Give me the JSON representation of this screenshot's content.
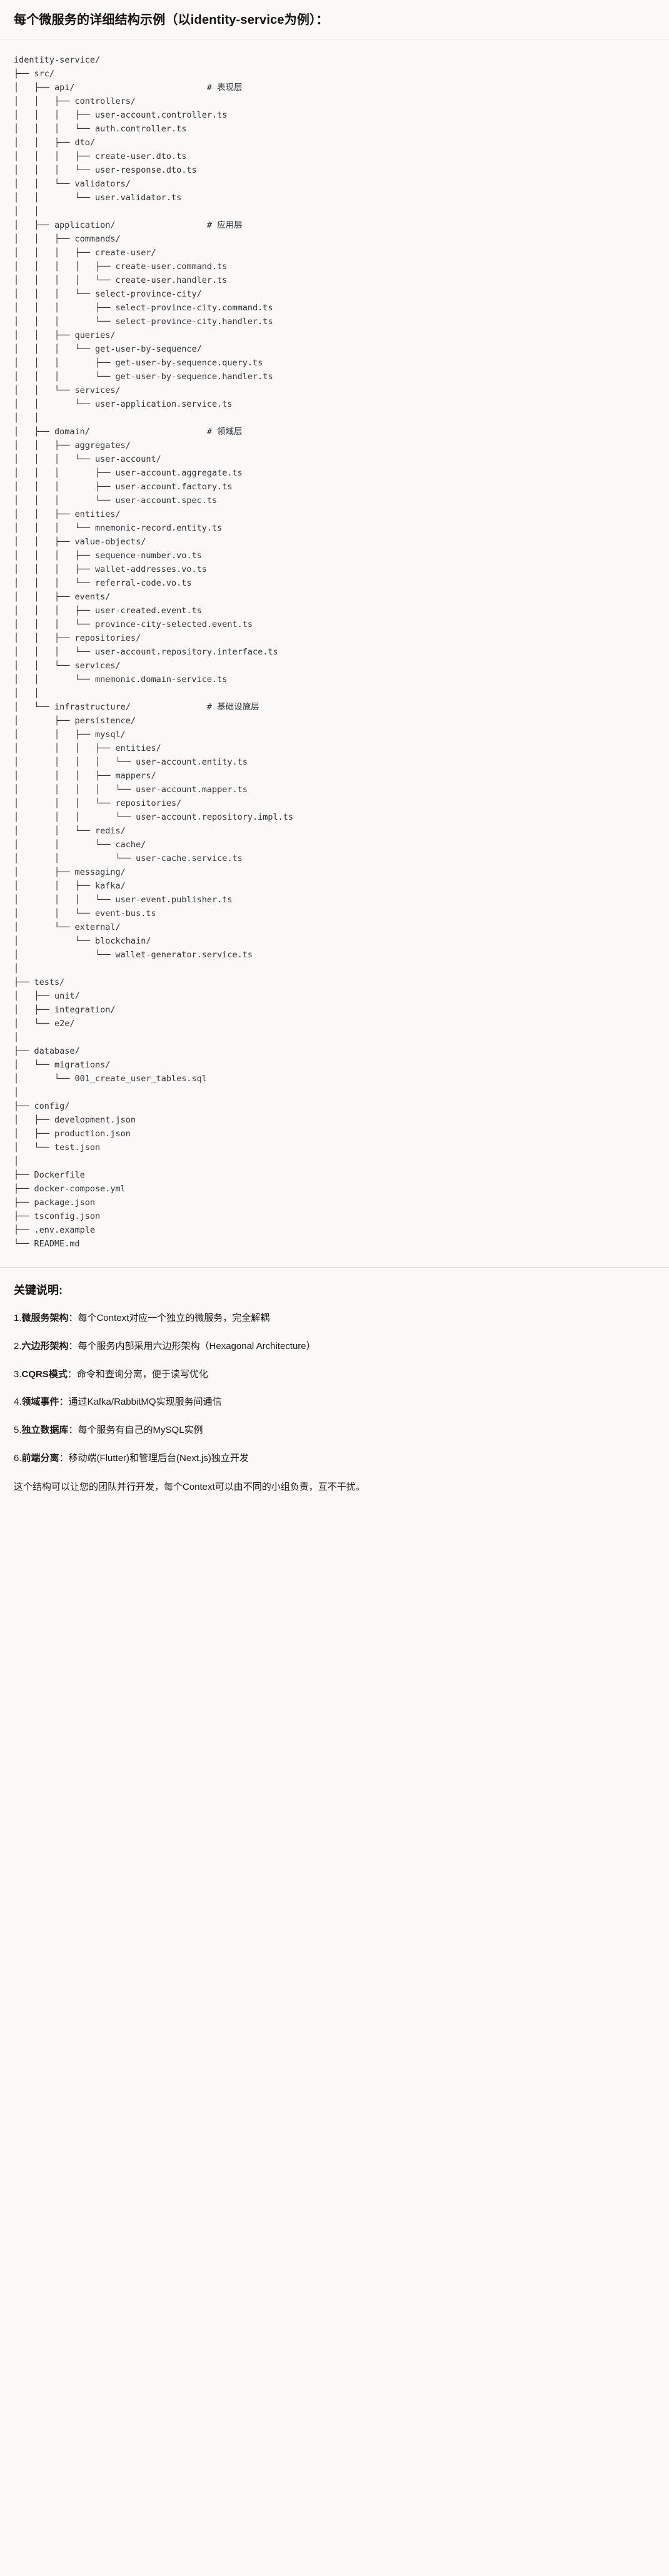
{
  "header": {
    "title": "每个微服务的详细结构示例（以identity-service为例）："
  },
  "tree": {
    "root": "identity-service/",
    "comments": {
      "api": "# 表现层",
      "application": "# 应用层",
      "domain": "# 领域层",
      "infrastructure": "# 基础设施层"
    },
    "text": "identity-service/\n├── src/\n│   ├── api/                          # 表现层\n│   │   ├── controllers/\n│   │   │   ├── user-account.controller.ts\n│   │   │   └── auth.controller.ts\n│   │   ├── dto/\n│   │   │   ├── create-user.dto.ts\n│   │   │   └── user-response.dto.ts\n│   │   └── validators/\n│   │       └── user.validator.ts\n│   │\n│   ├── application/                  # 应用层\n│   │   ├── commands/\n│   │   │   ├── create-user/\n│   │   │   │   ├── create-user.command.ts\n│   │   │   │   └── create-user.handler.ts\n│   │   │   └── select-province-city/\n│   │   │       ├── select-province-city.command.ts\n│   │   │       └── select-province-city.handler.ts\n│   │   ├── queries/\n│   │   │   └── get-user-by-sequence/\n│   │   │       ├── get-user-by-sequence.query.ts\n│   │   │       └── get-user-by-sequence.handler.ts\n│   │   └── services/\n│   │       └── user-application.service.ts\n│   │\n│   ├── domain/                       # 领域层\n│   │   ├── aggregates/\n│   │   │   └── user-account/\n│   │   │       ├── user-account.aggregate.ts\n│   │   │       ├── user-account.factory.ts\n│   │   │       └── user-account.spec.ts\n│   │   ├── entities/\n│   │   │   └── mnemonic-record.entity.ts\n│   │   ├── value-objects/\n│   │   │   ├── sequence-number.vo.ts\n│   │   │   ├── wallet-addresses.vo.ts\n│   │   │   └── referral-code.vo.ts\n│   │   ├── events/\n│   │   │   ├── user-created.event.ts\n│   │   │   └── province-city-selected.event.ts\n│   │   ├── repositories/\n│   │   │   └── user-account.repository.interface.ts\n│   │   └── services/\n│   │       └── mnemonic.domain-service.ts\n│   │\n│   └── infrastructure/               # 基础设施层\n│       ├── persistence/\n│       │   ├── mysql/\n│       │   │   ├── entities/\n│       │   │   │   └── user-account.entity.ts\n│       │   │   ├── mappers/\n│       │   │   │   └── user-account.mapper.ts\n│       │   │   └── repositories/\n│       │   │       └── user-account.repository.impl.ts\n│       │   └── redis/\n│       │       └── cache/\n│       │           └── user-cache.service.ts\n│       ├── messaging/\n│       │   ├── kafka/\n│       │   │   └── user-event.publisher.ts\n│       │   └── event-bus.ts\n│       └── external/\n│           └── blockchain/\n│               └── wallet-generator.service.ts\n│\n├── tests/\n│   ├── unit/\n│   ├── integration/\n│   └── e2e/\n│\n├── database/\n│   └── migrations/\n│       └── 001_create_user_tables.sql\n│\n├── config/\n│   ├── development.json\n│   ├── production.json\n│   └── test.json\n│\n├── Dockerfile\n├── docker-compose.yml\n├── package.json\n├── tsconfig.json\n├── .env.example\n└── README.md"
  },
  "notes": {
    "heading": "关键说明:",
    "items": [
      {
        "num": "1.",
        "label": "微服务架构",
        "sep": "：",
        "text": "每个Context对应一个独立的微服务，完全解耦"
      },
      {
        "num": "2.",
        "label": "六边形架构",
        "sep": "：",
        "text": "每个服务内部采用六边形架构（Hexagonal Architecture）"
      },
      {
        "num": "3.",
        "label": "CQRS模式",
        "sep": "：",
        "text": "命令和查询分离，便于读写优化"
      },
      {
        "num": "4.",
        "label": "领域事件",
        "sep": "：",
        "text": "通过Kafka/RabbitMQ实现服务间通信"
      },
      {
        "num": "5.",
        "label": "独立数据库",
        "sep": "：",
        "text": "每个服务有自己的MySQL实例"
      },
      {
        "num": "6.",
        "label": "前端分离",
        "sep": "：",
        "text": "移动端(Flutter)和管理后台(Next.js)独立开发"
      }
    ],
    "closing": "这个结构可以让您的团队并行开发，每个Context可以由不同的小组负责，互不干扰。"
  }
}
